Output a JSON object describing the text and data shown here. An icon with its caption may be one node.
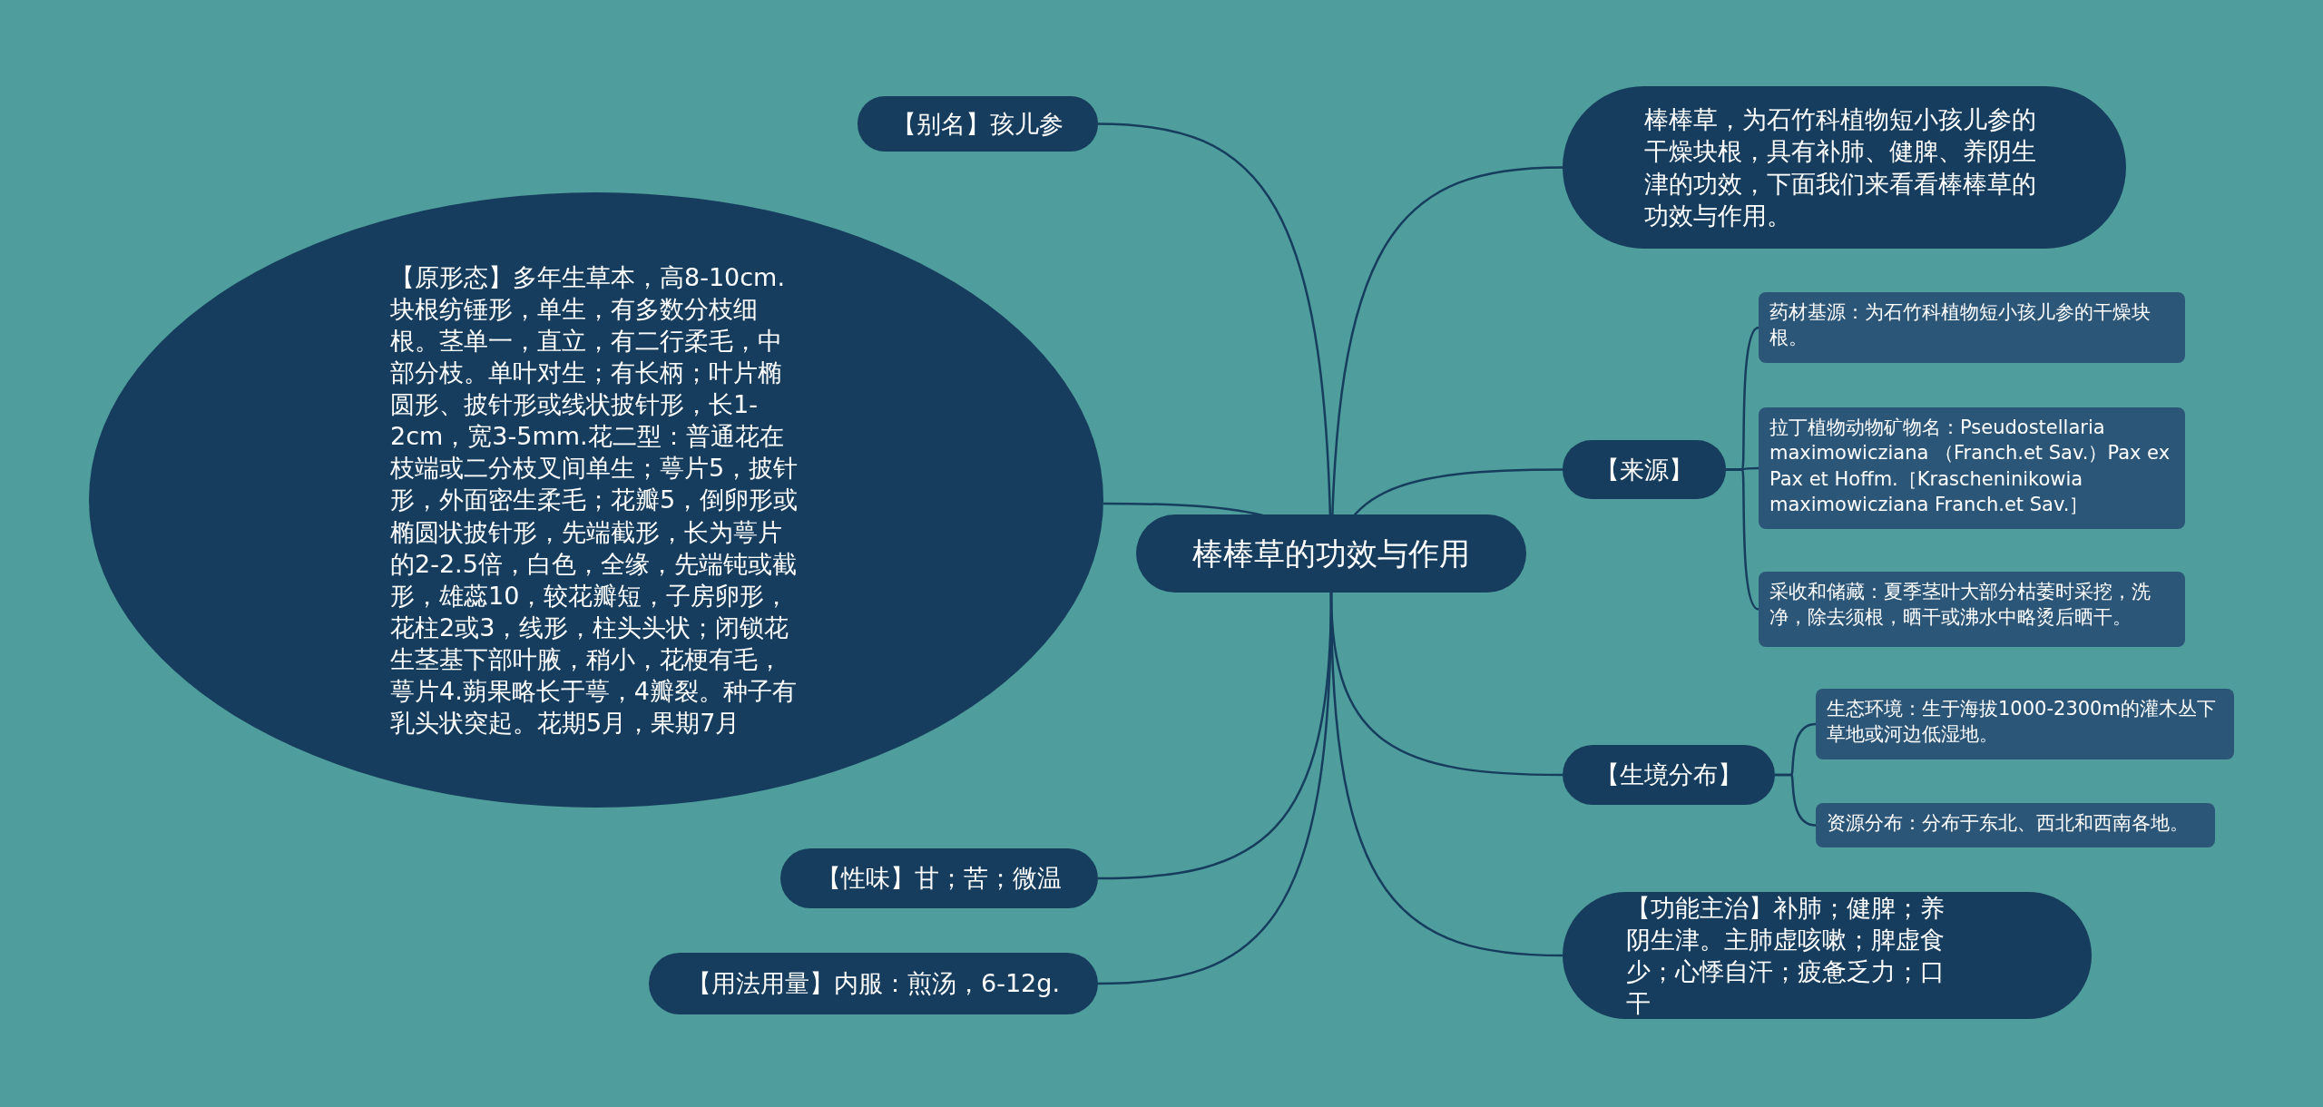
{
  "diagram": {
    "nodes": [
      {
        "text": [
          "棒棒草的功效与作用"
        ]
      },
      {
        "text": [
          "【别名】孩儿参"
        ]
      },
      {
        "text": [
          "【原形态】多年生草本，高8-10cm.块根纺锤形，单生，有多数分枝细根。茎单一，直立，有二行柔毛，中部分枝。单叶对生；有长柄；叶片椭圆形、披针形或线状披针形，长1-2cm，宽3-5mm.花二型：普通花在枝端或二分枝叉间单生；萼片5，披针形，外面密生柔毛；花瓣5，倒卵形或椭圆状披针形，先端截形，长为萼片的2-2.5倍，白色，全缘，先端钝或截形，雄蕊10，较花瓣短，子房卵形，花柱2或3，线形，柱头头状；闭锁花生茎基下部叶腋，稍小，花梗有毛，萼片4.蒴果略长于萼，4瓣裂。种子有乳头状突起。花期5月，果期7月"
        ]
      },
      {
        "text": [
          "【性味】甘；苦；微温"
        ]
      },
      {
        "text": [
          "【用法用量】内服：煎汤，6-12g."
        ]
      },
      {
        "text": [
          "棒棒草，为石竹科植物短小孩儿参的干燥块根，具有补肺、健脾、养阴生津的功效，下面我们来看看棒棒草的功效与作用。"
        ]
      },
      {
        "text": [
          "【来源】"
        ]
      },
      {
        "text": [
          "药材基源：为石竹科植物短小孩儿参的干燥块根。"
        ]
      },
      {
        "text": [
          "拉丁植物动物矿物名：Pseudostellaria maximowicziana （Franch.et Sav.）Pax ex Pax et Hoffm.［Krascheninikowia maximowicziana Franch.et Sav.］"
        ]
      },
      {
        "text": [
          "采收和储藏：夏季茎叶大部分枯萎时采挖，洗净，除去须根，晒干或沸水中略烫后晒干。"
        ]
      },
      {
        "text": [
          "【生境分布】"
        ]
      },
      {
        "text": [
          "生态环境：生于海拔1000-2300m的灌木丛下草地或河边低湿地。"
        ]
      },
      {
        "text": [
          "资源分布：分布于东北、西北和西南各地。"
        ]
      },
      {
        "text": [
          "【功能主治】补肺；健脾；养阴生津。主肺虚咳嗽；脾虚食少；心悸自汗；疲惫乏力；口干"
        ]
      }
    ],
    "edges": [
      {
        "from": 0,
        "to": 1,
        "arrow": "none"
      },
      {
        "from": 0,
        "to": 2,
        "arrow": "none"
      },
      {
        "from": 0,
        "to": 3,
        "arrow": "none"
      },
      {
        "from": 0,
        "to": 4,
        "arrow": "none"
      },
      {
        "from": 0,
        "to": 5,
        "arrow": "none"
      },
      {
        "from": 0,
        "to": 6,
        "arrow": "none"
      },
      {
        "from": 0,
        "to": 10,
        "arrow": "none"
      },
      {
        "from": 0,
        "to": 13,
        "arrow": "none"
      },
      {
        "from": 6,
        "to": 7,
        "arrow": "none"
      },
      {
        "from": 6,
        "to": 8,
        "arrow": "none"
      },
      {
        "from": 6,
        "to": 9,
        "arrow": "none"
      },
      {
        "from": 10,
        "to": 11,
        "arrow": "none"
      },
      {
        "from": 10,
        "to": 12,
        "arrow": "none"
      }
    ]
  }
}
